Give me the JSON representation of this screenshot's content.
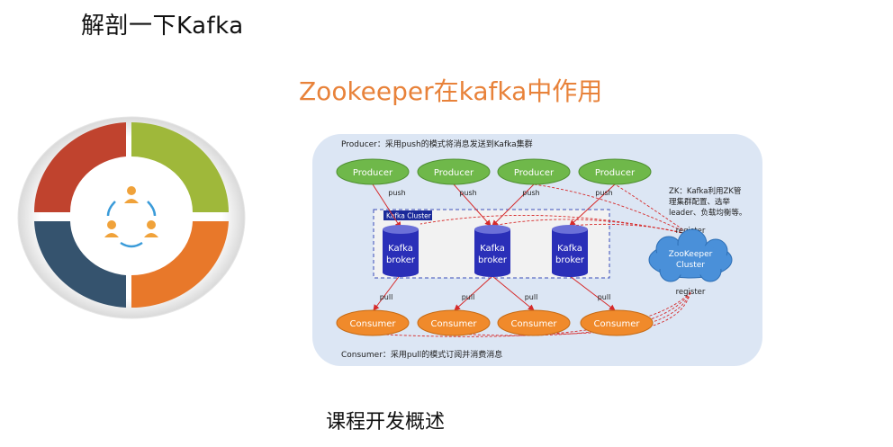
{
  "slide": {
    "title": "解剖一下Kafka",
    "section_title": "Zookeeper在kafka中作用",
    "footer_title": "课程开发概述"
  },
  "diagram": {
    "producer_caption": "Producer：采用push的模式将消息发送到Kafka集群",
    "consumer_caption": "Consumer：采用pull的模式订阅并消费消息",
    "zk_note": [
      "ZK：Kafka利用ZK管",
      "理集群配置、选举",
      "leader、负载均衡等。"
    ],
    "producers": [
      "Producer",
      "Producer",
      "Producer",
      "Producer"
    ],
    "push_labels": [
      "push",
      "push",
      "push",
      "push"
    ],
    "cluster_label": "Kafka Cluster",
    "brokers": [
      {
        "line1": "Kafka",
        "line2": "broker"
      },
      {
        "line1": "Kafka",
        "line2": "broker"
      },
      {
        "line1": "Kafka",
        "line2": "broker"
      }
    ],
    "pull_labels": [
      "pull",
      "pull",
      "pull",
      "pull"
    ],
    "consumers": [
      "Consumer",
      "Consumer",
      "Consumer",
      "Consumer"
    ],
    "zookeeper": {
      "line1": "ZooKeeper",
      "line2": "Cluster"
    },
    "register_top": "register",
    "register_bottom": "register"
  },
  "colors": {
    "section_title": "#E8823A",
    "diagram_bg": "#DCE6F4",
    "producer_fill": "#6FB84A",
    "consumer_fill": "#F08A2B",
    "broker_fill": "#2A2FB8",
    "zookeeper_fill": "#4A90D9",
    "arrow_red": "#D62A2A"
  }
}
